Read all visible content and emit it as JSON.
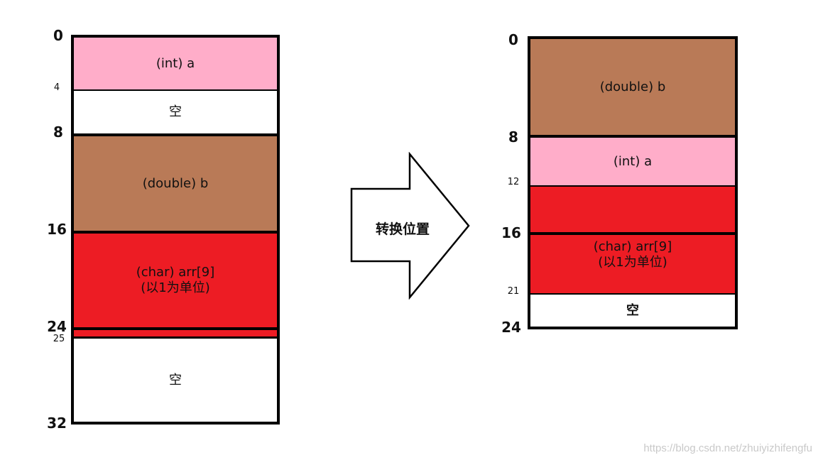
{
  "colors": {
    "int": "#ffadc9",
    "empty": "#ffffff",
    "double": "#b97a57",
    "char": "#ed1c24",
    "border": "#000000"
  },
  "left": {
    "seg_int": "(int) a",
    "seg_empty1": "空",
    "seg_double": "(double) b",
    "seg_char_line1": "(char) arr[9]",
    "seg_char_line2": "(以1为单位)",
    "seg_empty2": "空",
    "labels": {
      "l0": "0",
      "l4": "4",
      "l8": "8",
      "l16": "16",
      "l24": "24",
      "l25": "25",
      "l32": "32"
    }
  },
  "arrow": {
    "label": "转换位置"
  },
  "right": {
    "seg_double": "(double) b",
    "seg_int": "(int) a",
    "seg_char_line1": "(char) arr[9]",
    "seg_char_line2": "(以1为单位)",
    "seg_empty": "空",
    "labels": {
      "l0": "0",
      "l8": "8",
      "l12": "12",
      "l16": "16",
      "l21": "21",
      "l24": "24"
    }
  },
  "watermark": "https://blog.csdn.net/zhuiyizhifengfu"
}
